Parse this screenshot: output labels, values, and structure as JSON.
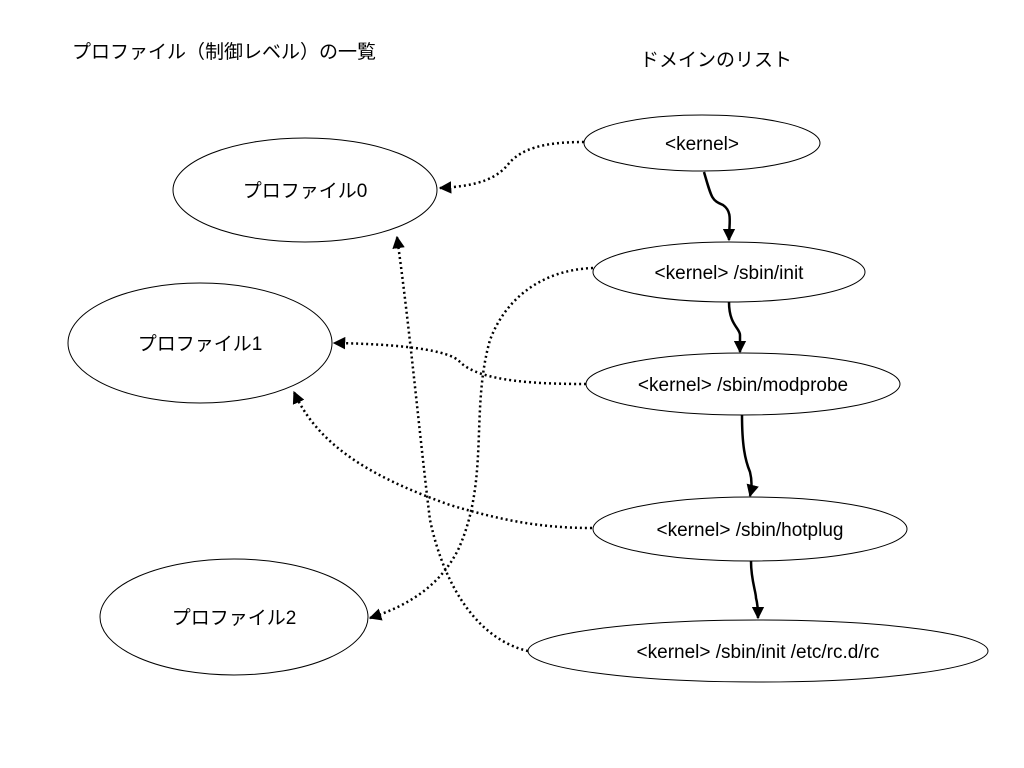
{
  "headings": {
    "profiles": "プロファイル（制御レベル）の一覧",
    "domains": "ドメインのリスト"
  },
  "profiles": [
    {
      "id": "p0",
      "label": "プロファイル0"
    },
    {
      "id": "p1",
      "label": "プロファイル1"
    },
    {
      "id": "p2",
      "label": "プロファイル2"
    }
  ],
  "domains": [
    {
      "id": "d0",
      "label": "<kernel>"
    },
    {
      "id": "d1",
      "label": "<kernel> /sbin/init"
    },
    {
      "id": "d2",
      "label": "<kernel> /sbin/modprobe"
    },
    {
      "id": "d3",
      "label": "<kernel> /sbin/hotplug"
    },
    {
      "id": "d4",
      "label": "<kernel> /sbin/init /etc/rc.d/rc"
    }
  ],
  "domain_transitions": [
    {
      "from": "d0",
      "to": "d1"
    },
    {
      "from": "d1",
      "to": "d2"
    },
    {
      "from": "d2",
      "to": "d3"
    },
    {
      "from": "d3",
      "to": "d4"
    }
  ],
  "profile_assignments": [
    {
      "domain": "d0",
      "profile": "p0"
    },
    {
      "domain": "d1",
      "profile": "p2"
    },
    {
      "domain": "d2",
      "profile": "p1"
    },
    {
      "domain": "d3",
      "profile": "p1"
    },
    {
      "domain": "d4",
      "profile": "p0"
    }
  ]
}
